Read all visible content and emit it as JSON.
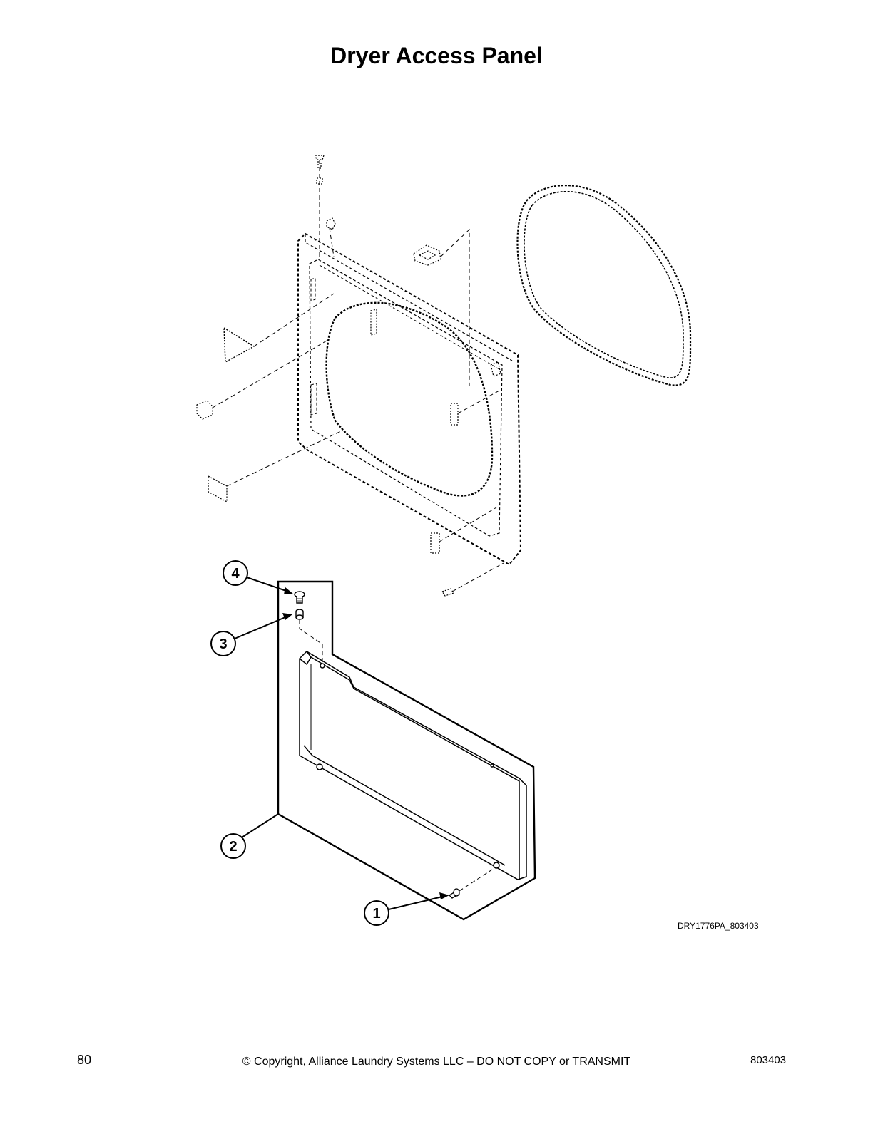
{
  "title": "Dryer Access Panel",
  "figure_code": "DRY1776PA_803403",
  "callouts": [
    "1",
    "2",
    "3",
    "4"
  ],
  "footer": {
    "page_number": "80",
    "copyright": "© Copyright, Alliance Laundry Systems LLC – DO NOT COPY or TRANSMIT",
    "document_number": "803403"
  }
}
